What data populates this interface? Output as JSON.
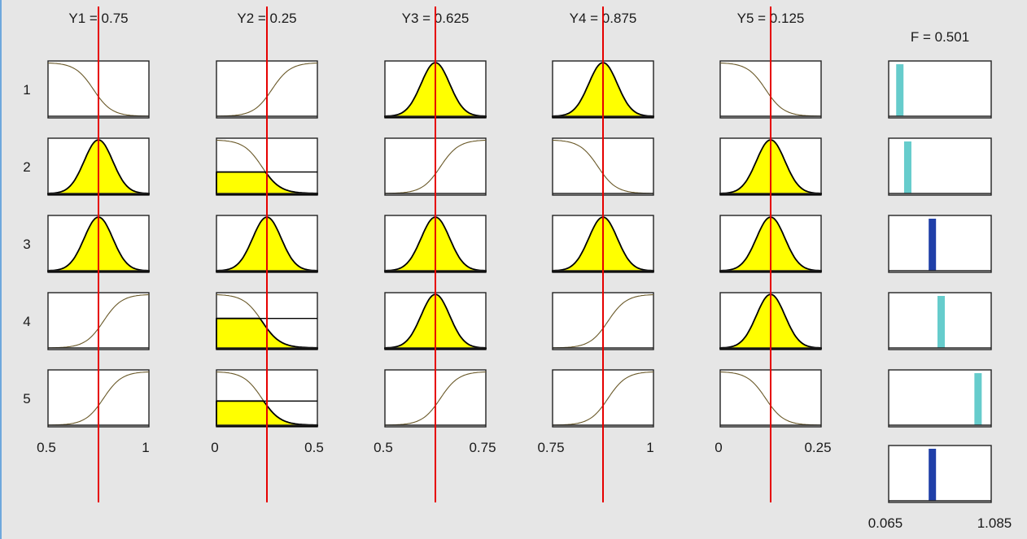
{
  "window": {
    "output": {
      "label": "F = 0.501",
      "min_label": "0.065",
      "max_label": "1.085",
      "min": 0.065,
      "max": 1.085,
      "value": 0.501
    }
  },
  "inputs": [
    {
      "label": "Y1 = 0.75",
      "value": 0.75,
      "min": 0.5,
      "max": 1,
      "min_label": "0.5",
      "max_label": "1"
    },
    {
      "label": "Y2 = 0.25",
      "value": 0.25,
      "min": 0,
      "max": 0.5,
      "min_label": "0",
      "max_label": "0.5"
    },
    {
      "label": "Y3 = 0.625",
      "value": 0.625,
      "min": 0.5,
      "max": 0.75,
      "min_label": "0.5",
      "max_label": "0.75"
    },
    {
      "label": "Y4 = 0.875",
      "value": 0.875,
      "min": 0.75,
      "max": 1,
      "min_label": "0.75",
      "max_label": "1"
    },
    {
      "label": "Y5 = 0.125",
      "value": 0.125,
      "min": 0,
      "max": 0.25,
      "min_label": "0",
      "max_label": "0.25"
    }
  ],
  "rules": [
    {
      "label": "1",
      "mfs": [
        "z",
        "s",
        "g",
        "g",
        "z"
      ],
      "fire": [
        false,
        false,
        true,
        true,
        false
      ],
      "clip": [
        0,
        0,
        0,
        0,
        0
      ],
      "output": {
        "position": 0.03,
        "height": 1.0,
        "color": "#66cccc"
      }
    },
    {
      "label": "2",
      "mfs": [
        "g",
        "z",
        "s",
        "z",
        "g"
      ],
      "fire": [
        true,
        true,
        false,
        false,
        true
      ],
      "clip": [
        0,
        0.4,
        0,
        0,
        0
      ],
      "output": {
        "position": 0.12,
        "height": 1.0,
        "color": "#66cccc"
      }
    },
    {
      "label": "3",
      "mfs": [
        "g",
        "g",
        "g",
        "g",
        "g"
      ],
      "fire": [
        true,
        true,
        true,
        true,
        true
      ],
      "clip": [
        0,
        0,
        0,
        0,
        0
      ],
      "output": {
        "position": 0.4,
        "height": 1.0,
        "color": "#1f3fa8"
      }
    },
    {
      "label": "4",
      "mfs": [
        "s",
        "z",
        "g",
        "s",
        "g"
      ],
      "fire": [
        false,
        true,
        true,
        false,
        true
      ],
      "clip": [
        0,
        0.55,
        0,
        0,
        0
      ],
      "output": {
        "position": 0.5,
        "height": 1.0,
        "color": "#66cccc"
      }
    },
    {
      "label": "5",
      "mfs": [
        "s",
        "z",
        "s",
        "s",
        "z"
      ],
      "fire": [
        false,
        true,
        false,
        false,
        false
      ],
      "clip": [
        0,
        0.45,
        0,
        0,
        0
      ],
      "output": {
        "position": 0.92,
        "height": 1.0,
        "color": "#66cccc"
      }
    }
  ],
  "aggregate": {
    "position": 0.4,
    "height": 1.0,
    "color": "#1f3fa8"
  }
}
